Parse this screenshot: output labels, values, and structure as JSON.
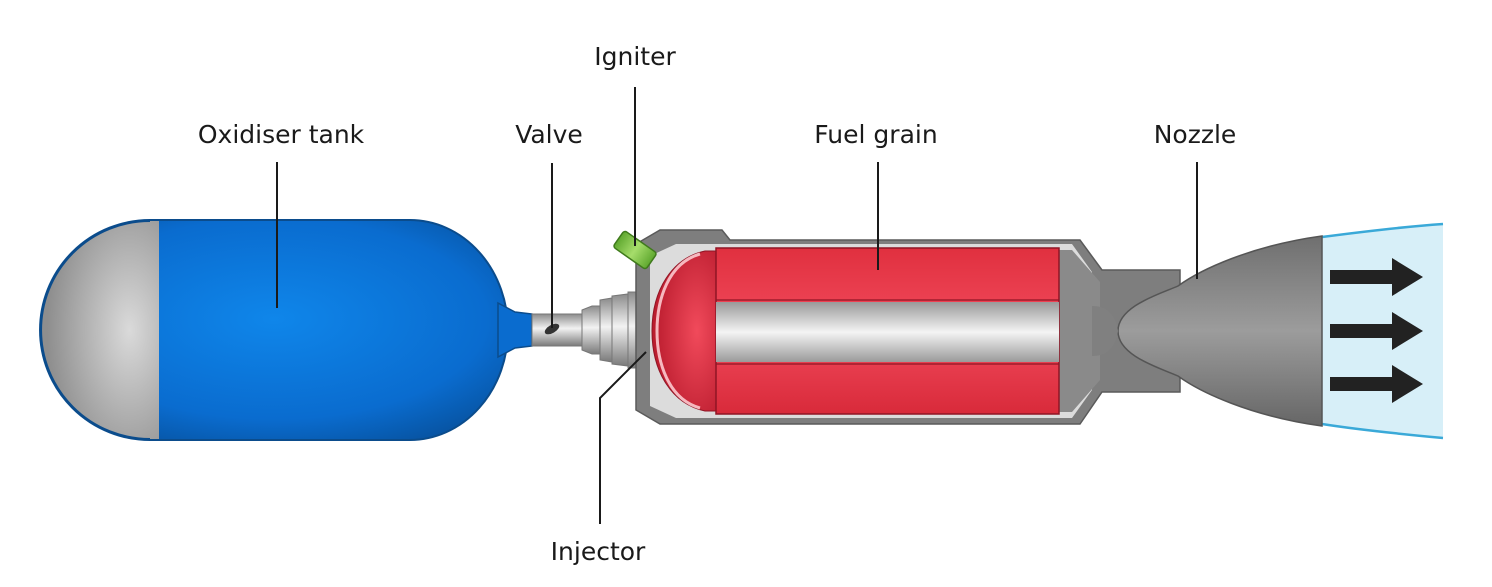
{
  "labels": {
    "oxidiser_tank": "Oxidiser tank",
    "valve": "Valve",
    "igniter": "Igniter",
    "fuel_grain": "Fuel grain",
    "nozzle": "Nozzle",
    "injector": "Injector"
  },
  "colors": {
    "tank_blue": "#0a6ccf",
    "tank_cap_grey": "#a8a8a8",
    "fuel_red": "#e8324a",
    "casing_grey": "#7d7d7d",
    "igniter_green": "#7cc242",
    "exhaust_blue": "#d6eef7",
    "arrow": "#222222"
  }
}
